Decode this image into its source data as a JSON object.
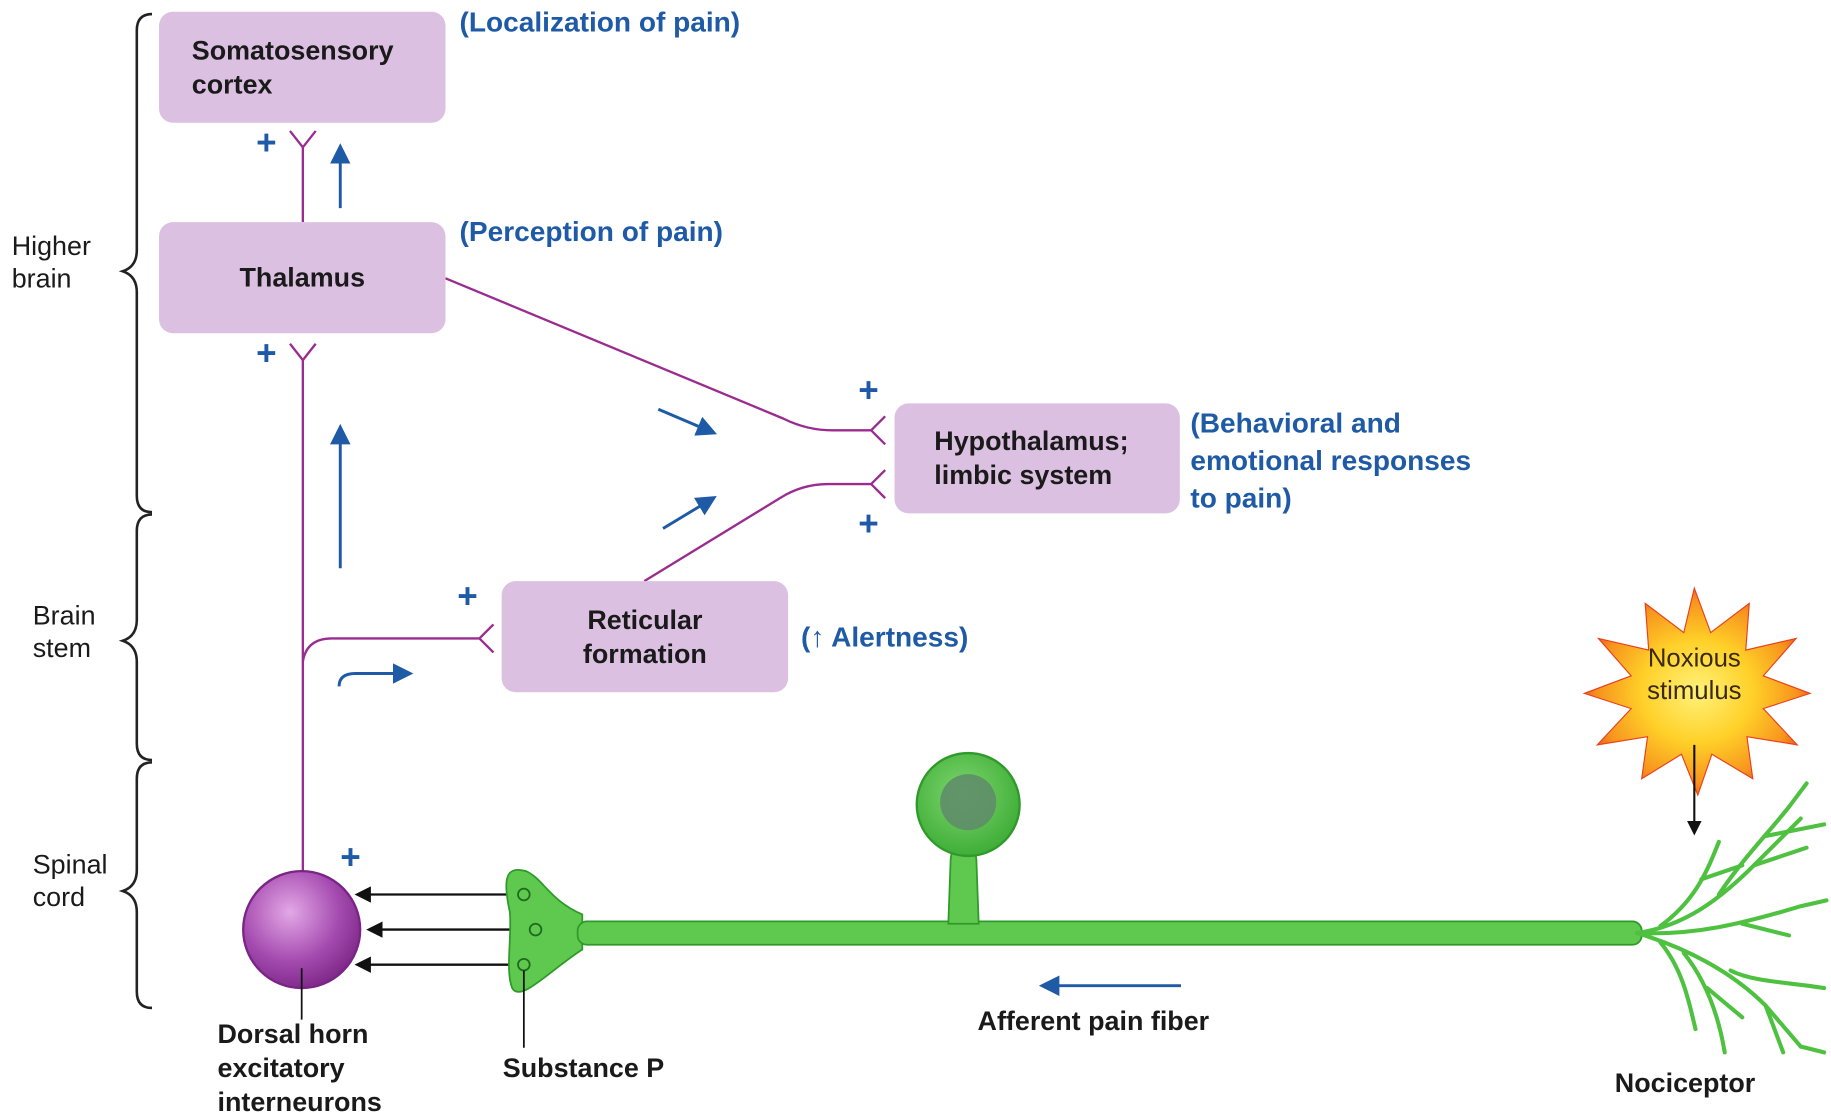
{
  "regions": {
    "higher_brain": "Higher\nbrain",
    "brain_stem": "Brain\nstem",
    "spinal_cord": "Spinal\ncord"
  },
  "boxes": {
    "somatosensory_cortex": "Somatosensory\ncortex",
    "thalamus": "Thalamus",
    "hypothalamus_limbic": "Hypothalamus;\nlimbic system",
    "reticular_formation": "Reticular\nformation"
  },
  "annotations": {
    "localization": "(Localization of pain)",
    "perception": "(Perception of pain)",
    "behavioral": "(Behavioral and\nemotional responses\nto pain)",
    "alertness": "(↑ Alertness)"
  },
  "plus_sign": "+",
  "labels": {
    "dorsal_horn": "Dorsal horn\nexcitatory\ninterneurons",
    "substance_p": "Substance P",
    "afferent_fiber": "Afferent pain fiber",
    "nociceptor": "Nociceptor",
    "noxious_stimulus": "Noxious\nstimulus"
  },
  "colors": {
    "box_fill": "#dcc0e2",
    "pathway_line": "#9b2c8f",
    "annotation_blue": "#1f5aa6",
    "neuron_green": "#5ec94e",
    "neuron_green_dark": "#2f9a2a",
    "interneuron_purple": "#a04aa8"
  }
}
